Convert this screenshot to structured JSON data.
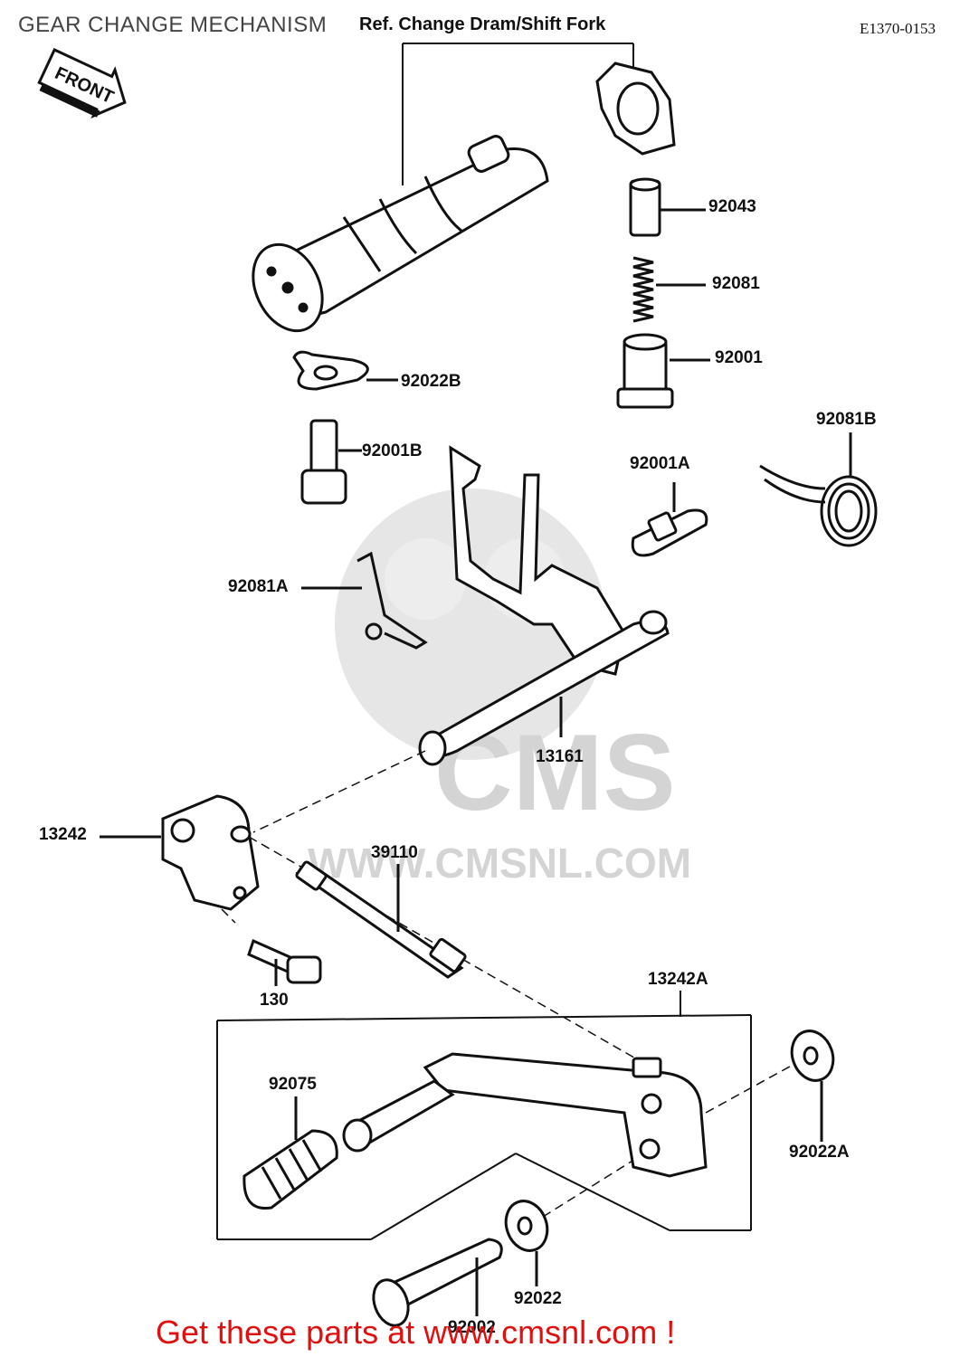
{
  "header": {
    "title": "GEAR CHANGE MECHANISM",
    "ref_note": "Ref. Change Dram/Shift Fork",
    "diagram_code": "E1370-0153"
  },
  "direction_badge": "FRONT",
  "watermark": {
    "brand": "CMS",
    "site": "WWW.CMSNL.COM"
  },
  "parts": [
    {
      "id": "92043",
      "label": "92043"
    },
    {
      "id": "92081",
      "label": "92081"
    },
    {
      "id": "92001",
      "label": "92001"
    },
    {
      "id": "92022B",
      "label": "92022B"
    },
    {
      "id": "92001B",
      "label": "92001B"
    },
    {
      "id": "92081B",
      "label": "92081B"
    },
    {
      "id": "92001A",
      "label": "92001A"
    },
    {
      "id": "92081A",
      "label": "92081A"
    },
    {
      "id": "13161",
      "label": "13161"
    },
    {
      "id": "13242",
      "label": "13242"
    },
    {
      "id": "39110",
      "label": "39110"
    },
    {
      "id": "130",
      "label": "130"
    },
    {
      "id": "13242A",
      "label": "13242A"
    },
    {
      "id": "92075",
      "label": "92075"
    },
    {
      "id": "92022A",
      "label": "92022A"
    },
    {
      "id": "92022",
      "label": "92022"
    },
    {
      "id": "92002",
      "label": "92002"
    }
  ],
  "footer": {
    "cta": "Get these parts at www.cmsnl.com !"
  },
  "colors": {
    "line": "#111111",
    "footer_red": "#e01010",
    "watermark_grey": "#d8d8d8"
  }
}
